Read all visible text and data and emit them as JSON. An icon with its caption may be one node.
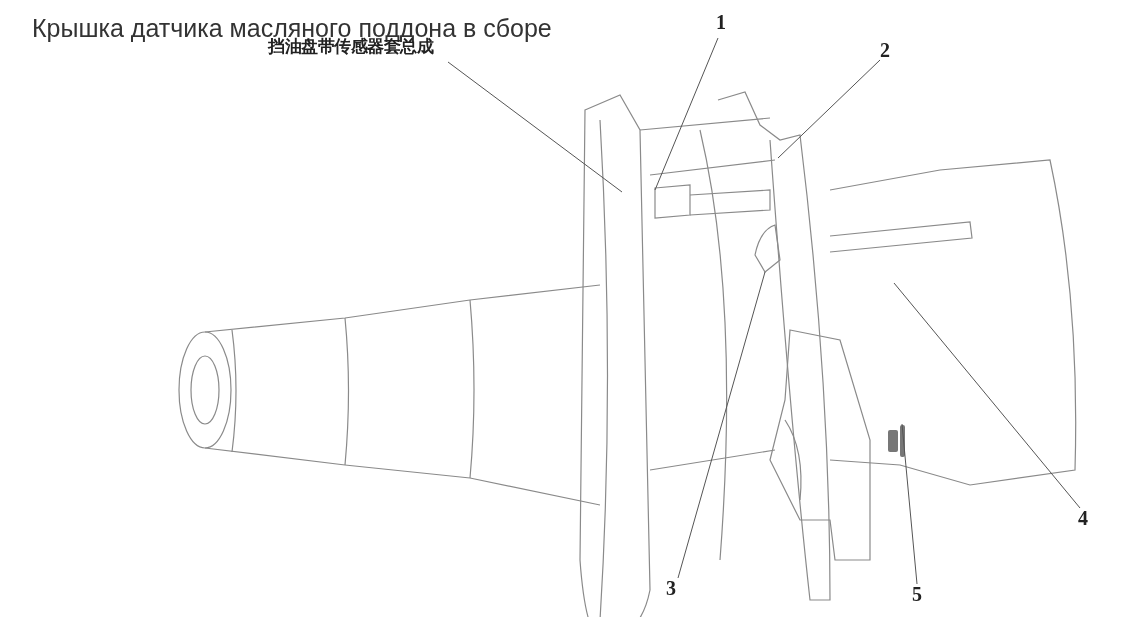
{
  "diagram": {
    "title": "Крышка датчика масляного поддона в сборе",
    "nodes": [
      {
        "text": [
          "挡油盘带传感器套总成"
        ]
      },
      {
        "text": [
          "1"
        ]
      },
      {
        "text": [
          "2"
        ]
      },
      {
        "text": [
          "3"
        ]
      },
      {
        "text": [
          "4"
        ]
      },
      {
        "text": [
          "5"
        ]
      }
    ],
    "edges": [
      {
        "from": 0,
        "to": null,
        "arrow": "none"
      },
      {
        "from": 1,
        "to": null,
        "arrow": "none"
      },
      {
        "from": 2,
        "to": null,
        "arrow": "none"
      },
      {
        "from": 3,
        "to": null,
        "arrow": "none"
      },
      {
        "from": 4,
        "to": null,
        "arrow": "none"
      },
      {
        "from": 5,
        "to": null,
        "arrow": "none"
      }
    ]
  }
}
